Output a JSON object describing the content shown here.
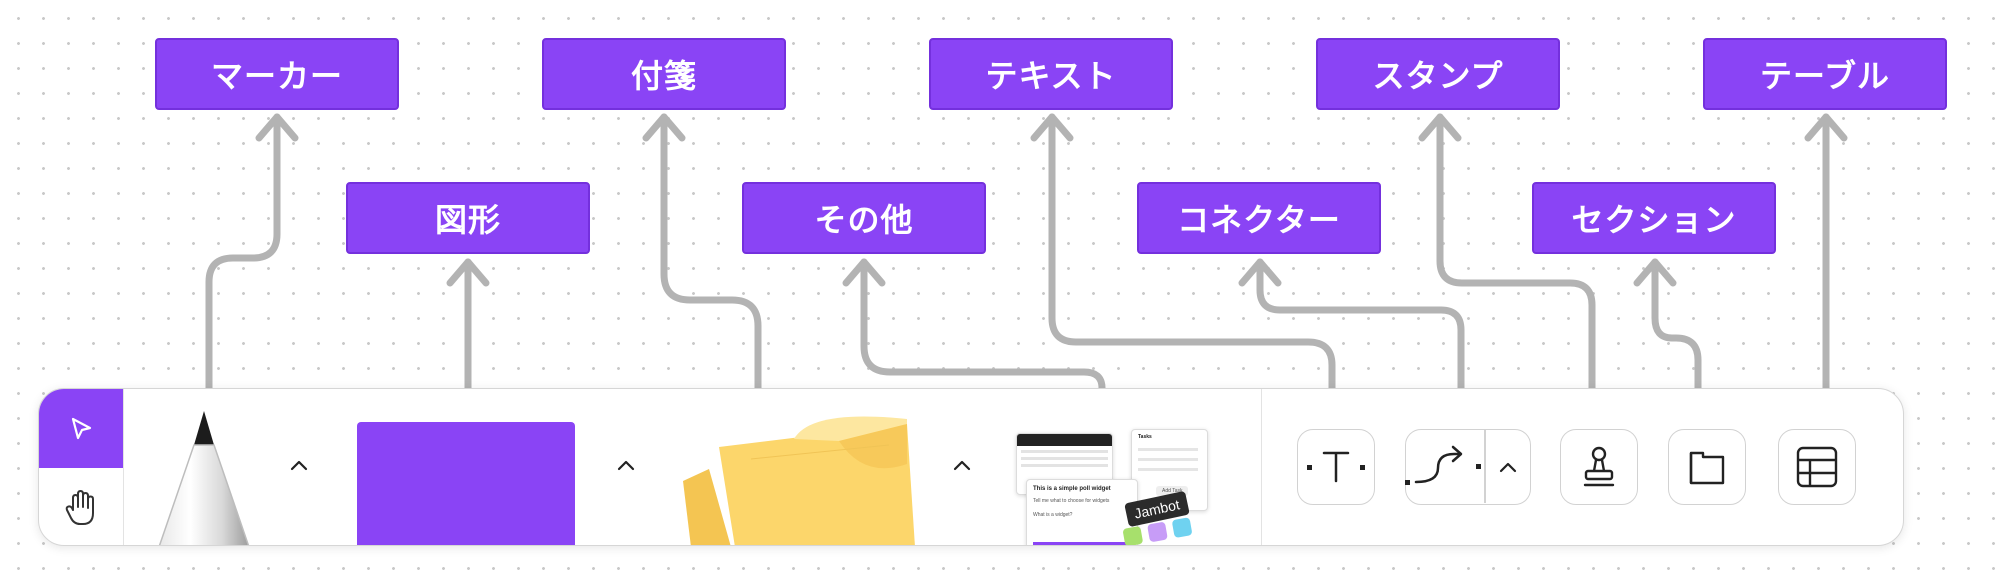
{
  "labels": {
    "marker": "マーカー",
    "shape": "図形",
    "sticky": "付箋",
    "other": "その他",
    "text": "テキスト",
    "connector": "コネクター",
    "stamp": "スタンプ",
    "section": "セクション",
    "table": "テーブル"
  },
  "widgets": {
    "poll_title": "This is a simple poll widget",
    "poll_sub": "Tell me what to choose for widgets",
    "poll_q": "What is a widget?",
    "tasks_title": "Tasks",
    "tasks_add": "Add Task",
    "jambot": "Jambot"
  },
  "colors": {
    "accent": "#8a44f5",
    "connector": "#b3b3b3",
    "sticky": "#fcd66b"
  },
  "icons": {
    "select": "pointer-arrow-icon",
    "hand": "hand-icon",
    "text": "text-t-icon",
    "connector": "curved-arrow-icon",
    "stamp": "stamp-icon",
    "section": "section-frame-icon",
    "table": "table-grid-icon"
  }
}
